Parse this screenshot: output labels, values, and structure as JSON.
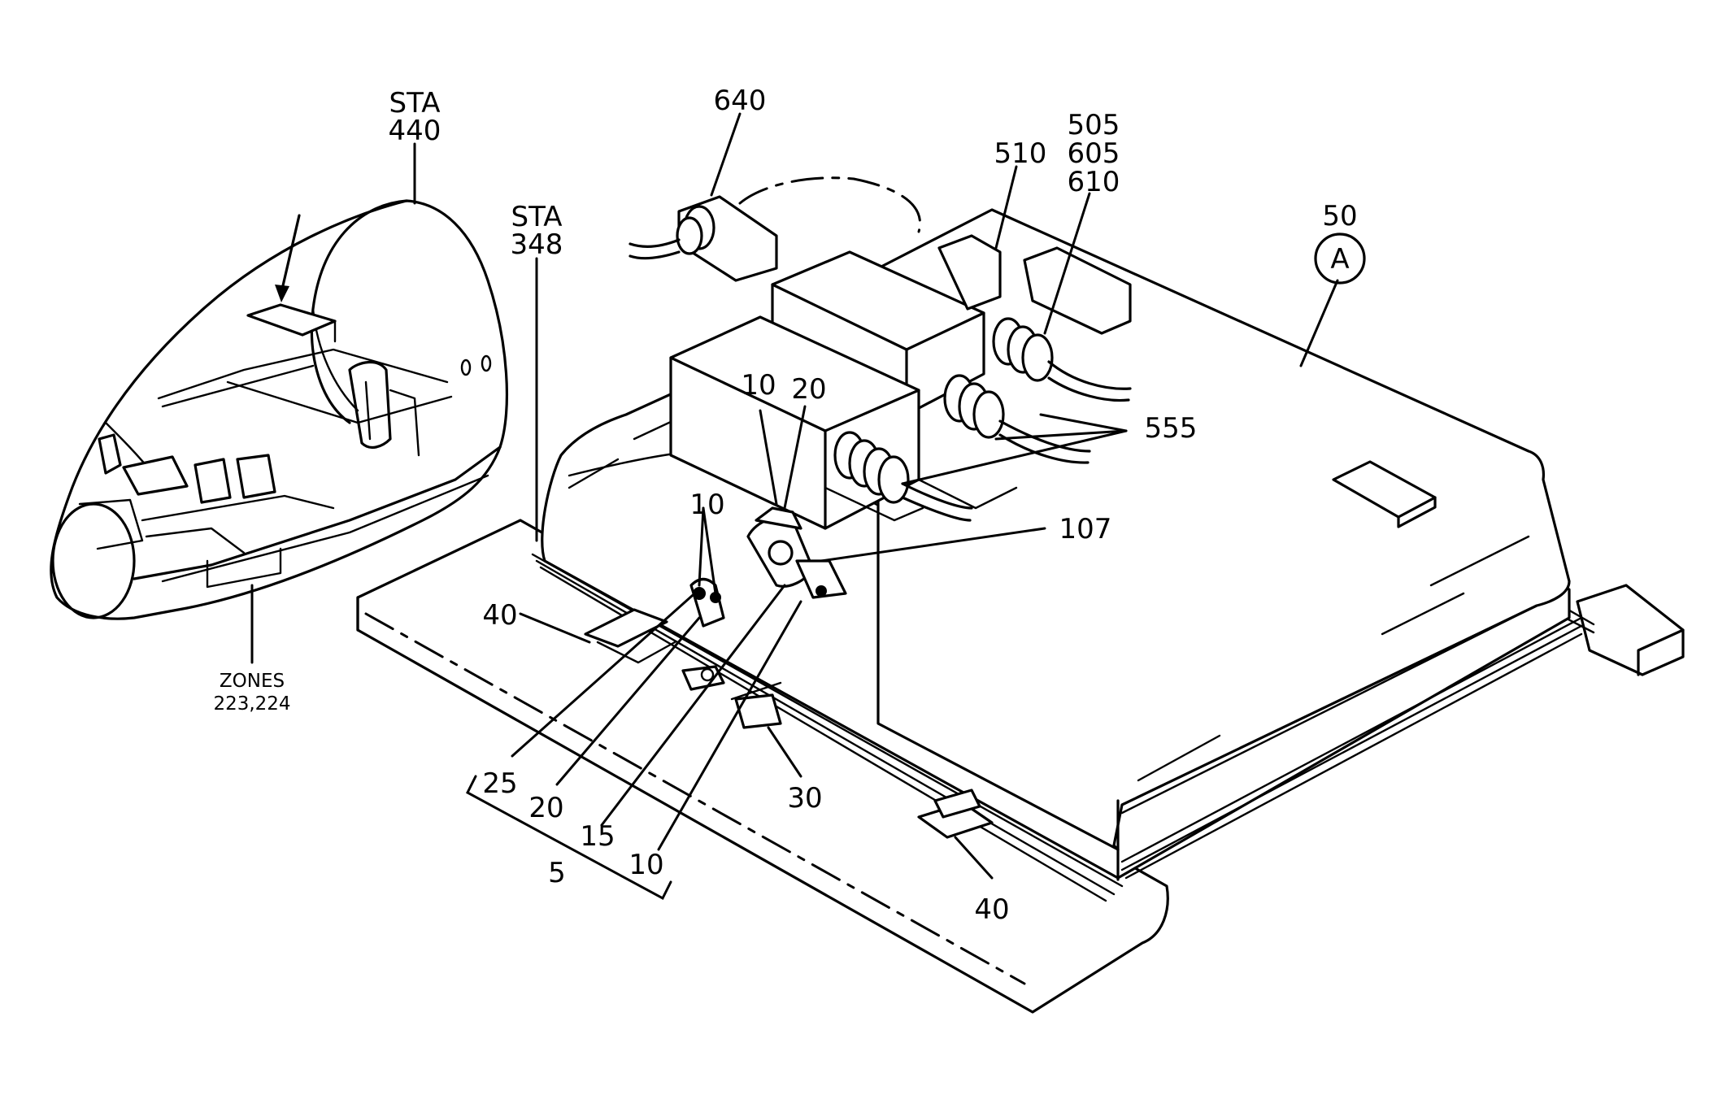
{
  "callouts": {
    "sta440": {
      "line1": "STA",
      "line2": "440"
    },
    "sta348": {
      "line1": "STA",
      "line2": "348"
    },
    "item640": "640",
    "item505": {
      "line1": "505",
      "line2": "605",
      "line3": "610"
    },
    "item510": "510",
    "item50": "50",
    "detail_a": "A",
    "item10_top": "10",
    "item20_top": "20",
    "item555": "555",
    "item107": "107",
    "item10_left": "10",
    "item40_left": "40",
    "zones": {
      "line1": "ZONES",
      "line2": "223,224"
    },
    "item25": "25",
    "item20_bottom": "20",
    "item15": "15",
    "item10_bottom": "10",
    "item5": "5",
    "item30": "30",
    "item40_bottom": "40"
  }
}
